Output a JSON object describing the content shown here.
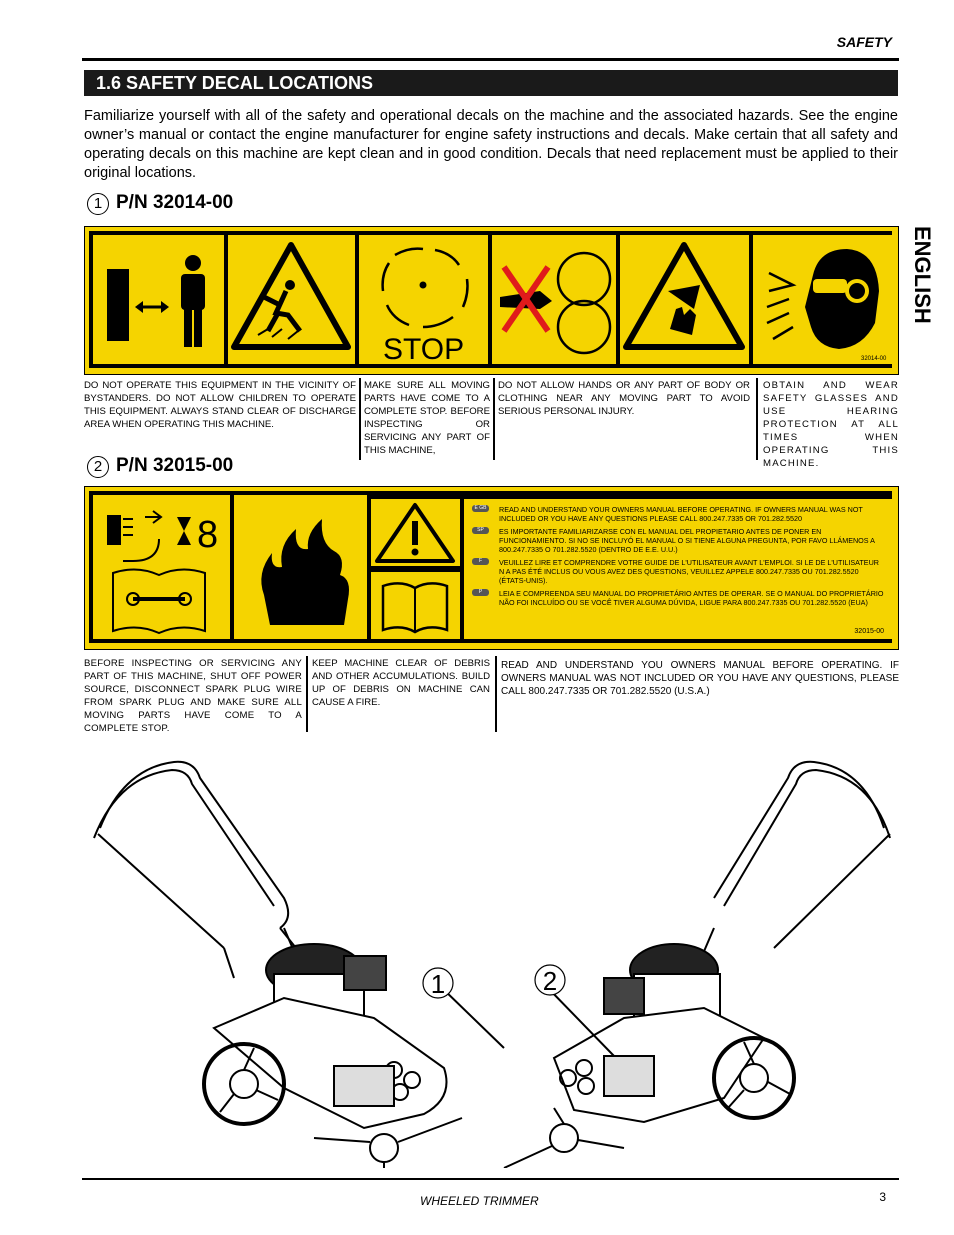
{
  "header": {
    "section_label": "SAFETY"
  },
  "section": {
    "title": "1.6  SAFETY DECAL LOCATIONS"
  },
  "intro": "Familiarize yourself with all of the safety and operational decals on the machine and the associated hazards.  See the engine owner’s manual or contact the engine manufacturer for engine safety instructions and decals.  Make certain that all safety and operating decals on this machine are kept clean and in good condition. Decals that need replacement must be applied to their original locations.",
  "side_tab": "ENGLISH",
  "decal1": {
    "number": "1",
    "title": "P/N 32014-00",
    "stop_text": "STOP",
    "code": "32014-00",
    "captions": [
      "DO NOT OPERATE THIS EQUIPMENT IN THE VICINITY OF BYSTANDERS.  DO NOT ALLOW CHILDREN TO OPERATE THIS EQUIPMENT.  ALWAYS STAND CLEAR OF DISCHARGE AREA WHEN OPERATING THIS MACHINE.",
      "MAKE SURE ALL MOVING PARTS HAVE COME TO A COMPLETE STOP. BEFORE INSPECTING OR SERVICING ANY PART OF THIS MACHINE,",
      "DO NOT ALLOW HANDS OR ANY PART OF BODY OR CLOTHING NEAR ANY MOVING PART TO AVOID SERIOUS PERSONAL INJURY.",
      "OBTAIN AND WEAR SAFETY GLASSES AND USE HEARING PROTECTION AT ALL TIMES WHEN OPERATING THIS MACHINE."
    ]
  },
  "decal2": {
    "number": "2",
    "title": "P/N 32015-00",
    "hourglass_digit": "8",
    "code": "32015-00",
    "languages": [
      {
        "badge": "E GB",
        "text": "READ AND UNDERSTAND YOUR OWNERS MANUAL BEFORE OPERATING.  IF OWNERS MANUAL WAS NOT INCLUDED OR YOU HAVE ANY QUESTIONS PLEASE CALL 800.247.7335 OR 701.282.5520"
      },
      {
        "badge": "SP",
        "text": "ES IMPORTANTE FAMILIARIZARSE CON EL  MANUAL DEL PROPIETARIO  ANTES DE PONER EN FUNCIONAMIENTO. SI NO SE INCLUYÓ EL MANUAL O SI TIENE ALGUNA PREGUNTA, POR FAVO LLÁMENOS A 800.247.7335 O 701.282.5520 (DENTRO DE E.E. U.U.)"
      },
      {
        "badge": "F",
        "text": "VEUILLEZ LIRE ET COMPRENDRE VOTRE GUIDE DE L'UTILISATEUR AVANT L'EMPLOI. SI LE DE L'UTILISATEUR N A PAS ÉTÉ INCLUS OU VOUS AVEZ DES QUESTIONS, VEUILLEZ APPELE 800.247.7335 OU 701.282.5520 (ÉTATS-UNIS)."
      },
      {
        "badge": "P",
        "text": "LEIA E COMPREENDA SEU MANUAL DO PROPRIETÁRIO ANTES DE OPERAR. SE O MANUAL DO PROPRIETÁRIO NÃO FOI INCLUÍDO OU SE VOCÊ TIVER ALGUMA DÚVIDA, LIGUE PARA 800.247.7335 OU 701.282.5520 (EUA)"
      }
    ],
    "captions": [
      "BEFORE INSPECTING OR SERVICING ANY PART OF THIS MACHINE, SHUT OFF POWER SOURCE, DISCONNECT SPARK PLUG WIRE FROM SPARK PLUG AND MAKE SURE ALL MOVING PARTS HAVE COME TO A COMPLETE STOP.",
      "KEEP MACHINE CLEAR OF DEBRIS AND OTHER ACCUMULATIONS. BUILD UP OF DEBRIS ON MACHINE CAN CAUSE A FIRE.",
      "READ AND UNDERSTAND YOU OWNERS MANUAL BEFORE OPERATING.  IF OWNERS MANUAL WAS NOT INCLUDED OR YOU HAVE ANY QUESTIONS, PLEASE CALL 800.247.7335 OR 701.282.5520 (U.S.A.)"
    ]
  },
  "illustration": {
    "callout_left": "1",
    "callout_right": "2"
  },
  "footer": {
    "title": "WHEELED TRIMMER",
    "page": "3"
  }
}
